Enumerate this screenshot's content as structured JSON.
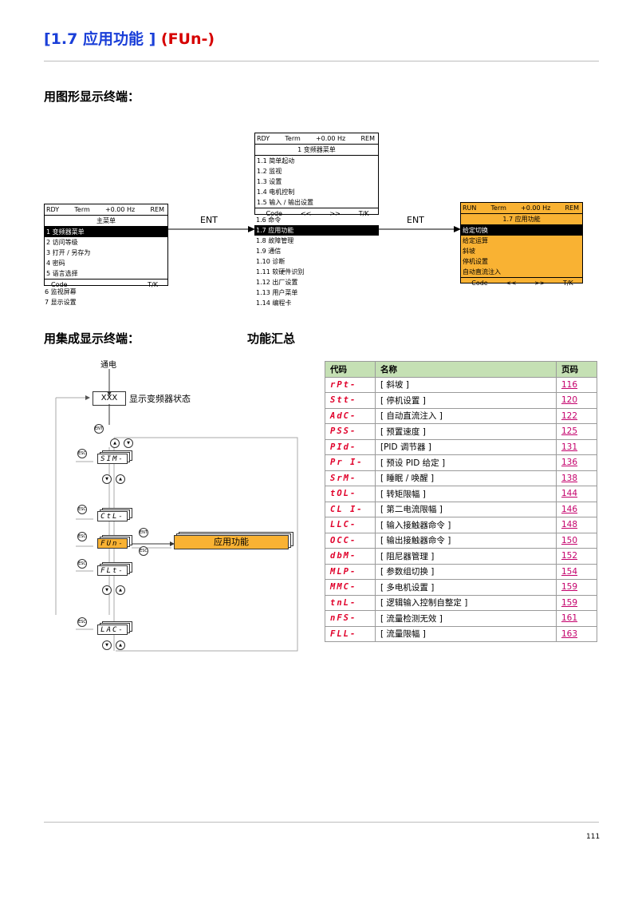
{
  "header": {
    "title_main": "[1.7 应用功能 ]",
    "title_code": "(FUn-)"
  },
  "section_graphic": "用图形显示终端：",
  "section_integrated": "用集成显示终端：",
  "section_summary": "功能汇总",
  "panel_main": {
    "status": [
      "RDY",
      "Term",
      "+0.00 Hz",
      "REM"
    ],
    "title": "主菜单",
    "items": [
      "1 变频器菜单",
      "2 访问等级",
      "3 打开 / 另存为",
      "4 密码",
      "5 语言选择"
    ],
    "footer": [
      "Code",
      "T/K"
    ],
    "extra": [
      "6 监视屏幕",
      "7 显示设置"
    ]
  },
  "panel_drive": {
    "status": [
      "RDY",
      "Term",
      "+0.00 Hz",
      "REM"
    ],
    "title": "1 变频器菜单",
    "items": [
      "1.1 简单起动",
      "1.2 监视",
      "1.3 设置",
      "1.4 电机控制",
      "1.5 输入 / 输出设置"
    ],
    "footer": [
      "Code",
      "<<",
      ">>",
      "T/K"
    ],
    "extra": [
      "1.6 命令",
      "1.7 应用功能",
      "1.8 故障管理",
      "1.9 通信",
      "1.10 诊断",
      "1.11 软硬件识别",
      "1.12 出厂设置",
      "1.13 用户菜单",
      "1.14 编程卡"
    ]
  },
  "panel_app": {
    "status": [
      "RUN",
      "Term",
      "+0.00 Hz",
      "REM"
    ],
    "title": "1.7 应用功能",
    "items": [
      "给定切换",
      "给定运算",
      "斜坡",
      "停机设置",
      "自动直流注入"
    ],
    "footer": [
      "Code",
      "<<",
      ">>",
      "T/K"
    ]
  },
  "arrows": {
    "ent1": "ENT",
    "ent2": "ENT"
  },
  "flow": {
    "power_on": "通电",
    "xxx": "XXX",
    "status_label": "显示变频器状态",
    "ent": "ENT",
    "esc": "ESC",
    "codes": [
      "SIM-",
      "CtL-",
      "FUn-",
      "FLt-",
      "LAC-"
    ],
    "app_function": "应用功能"
  },
  "table": {
    "headers": [
      "代码",
      "名称",
      "页码"
    ],
    "rows": [
      {
        "code": "rPt-",
        "name": "[ 斜坡 ]",
        "page": "116"
      },
      {
        "code": "Stt-",
        "name": "[ 停机设置 ]",
        "page": "120"
      },
      {
        "code": "AdC-",
        "name": "[ 自动直流注入 ]",
        "page": "122"
      },
      {
        "code": "PSS-",
        "name": "[ 预置速度 ]",
        "page": "125"
      },
      {
        "code": "PId-",
        "name": "[PID 调节器 ]",
        "page": "131"
      },
      {
        "code": "Pr I-",
        "name": "[ 预设 PID 给定 ]",
        "page": "136"
      },
      {
        "code": "SrM-",
        "name": "[ 睡眠 / 唤醒 ]",
        "page": "138"
      },
      {
        "code": "tOL-",
        "name": "[ 转矩限幅 ]",
        "page": "144"
      },
      {
        "code": "CL I-",
        "name": "[ 第二电流限幅 ]",
        "page": "146"
      },
      {
        "code": "LLC-",
        "name": "[ 输入接触器命令 ]",
        "page": "148"
      },
      {
        "code": "OCC-",
        "name": "[ 输出接触器命令 ]",
        "page": "150"
      },
      {
        "code": "dbM-",
        "name": "[ 阻尼器管理 ]",
        "page": "152"
      },
      {
        "code": "MLP-",
        "name": "[ 参数组切换 ]",
        "page": "154"
      },
      {
        "code": "MMC-",
        "name": "[ 多电机设置 ]",
        "page": "159"
      },
      {
        "code": "tnL-",
        "name": "[ 逻辑输入控制自整定 ]",
        "page": "159"
      },
      {
        "code": "nFS-",
        "name": "[ 流量检测无效 ]",
        "page": "161"
      },
      {
        "code": "FLL-",
        "name": "[ 流量限幅 ]",
        "page": "163"
      }
    ]
  },
  "page_number": "111",
  "colors": {
    "title_blue": "#1a3fd8",
    "title_red": "#d60000",
    "table_header": "#c5e0b4",
    "panel_orange": "#f9b233",
    "code_red": "#e0002a",
    "link": "#c4006b"
  }
}
